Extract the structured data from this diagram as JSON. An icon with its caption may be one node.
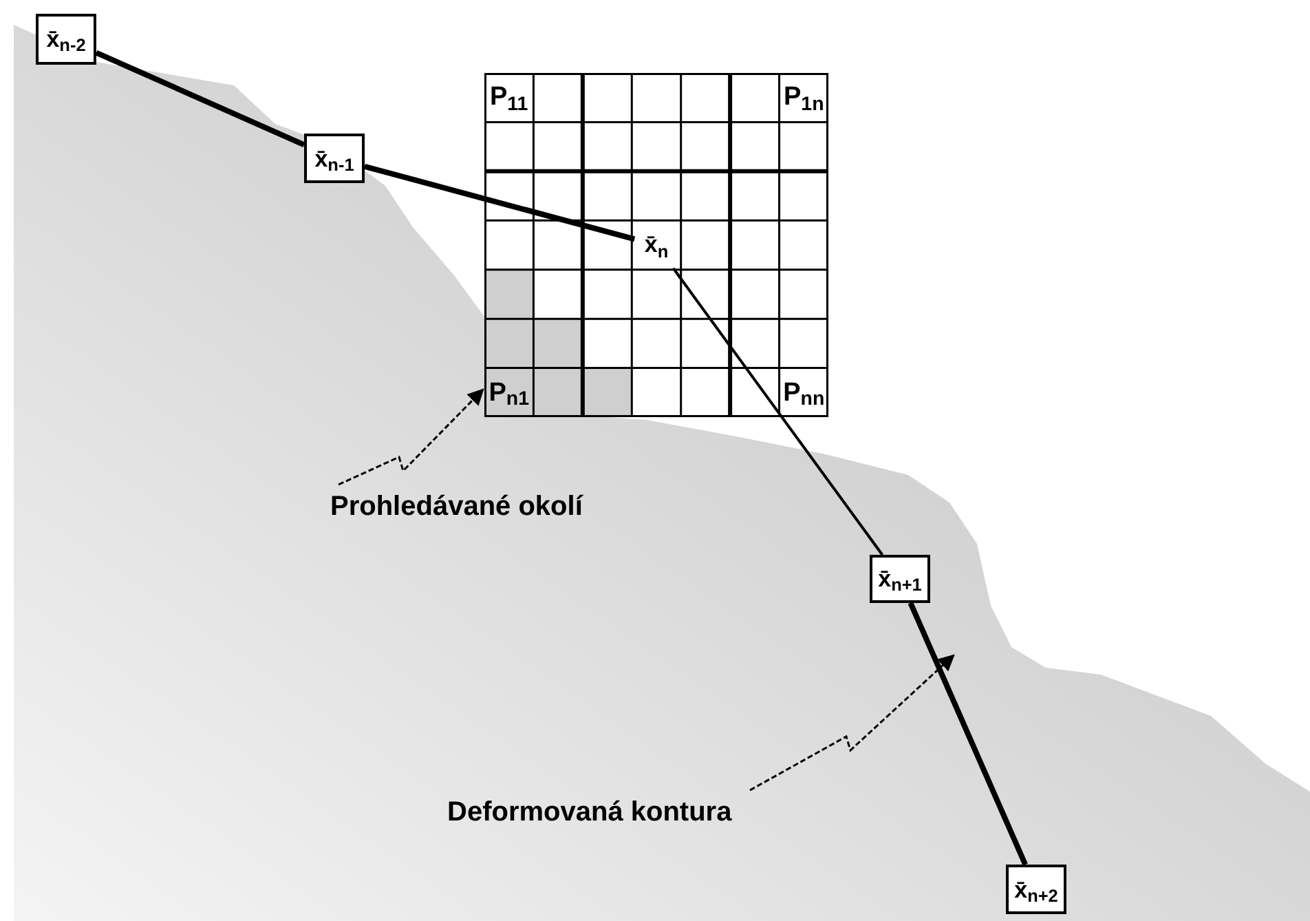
{
  "diagram": {
    "nodes": [
      {
        "text": [
          "x̄$_{n-2}$"
        ]
      },
      {
        "text": [
          "x̄$_{n-1}$"
        ]
      },
      {
        "text": [
          "P$_{11}$",
          "P$_{1n}$",
          "P$_{n1}$",
          "P$_{nn}$"
        ]
      },
      {
        "text": [
          "x̄$_{n}$"
        ],
        "in": 2
      },
      {
        "text": [
          "x̄$_{n+1}$"
        ]
      },
      {
        "text": [
          "x̄$_{n+2}$"
        ]
      },
      {
        "text": [
          "Prohledávané okolí"
        ]
      },
      {
        "text": [
          "Deformovaná kontura"
        ]
      }
    ],
    "edges": [
      {
        "from": 0,
        "to": 1,
        "arrow": "none",
        "style": "thick"
      },
      {
        "from": 1,
        "to": 3,
        "arrow": "none",
        "style": "thick"
      },
      {
        "from": 3,
        "to": 4,
        "arrow": "none"
      },
      {
        "from": 4,
        "to": 5,
        "arrow": "none",
        "style": "thick"
      },
      {
        "from": 6,
        "to": 2,
        "arrow": "to",
        "style": "dashed"
      },
      {
        "from": 7,
        "to": null,
        "arrow": "to",
        "style": "dashed"
      }
    ]
  }
}
